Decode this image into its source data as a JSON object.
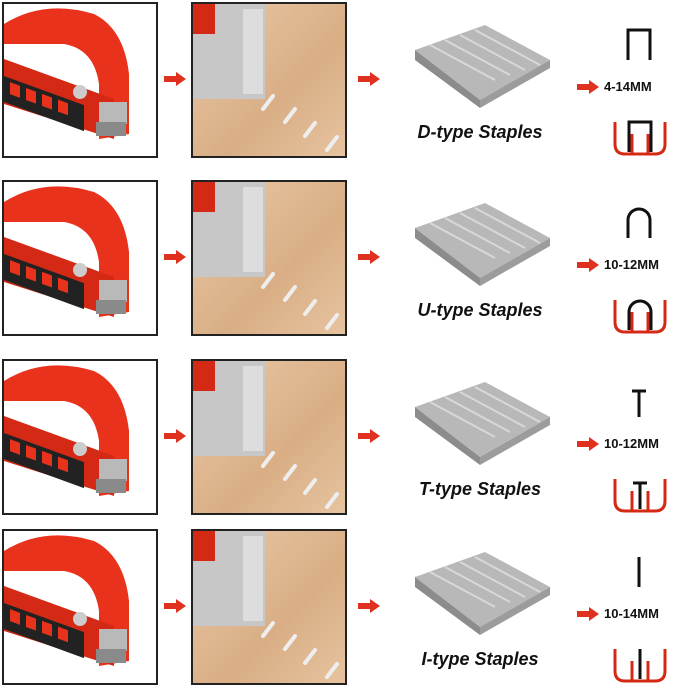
{
  "rows": [
    {
      "type_label": "D-type Staples",
      "size": "4-14MM",
      "icon": "flat-crown-staple-icon"
    },
    {
      "type_label": "U-type Staples",
      "size": "10-12MM",
      "icon": "u-staple-icon"
    },
    {
      "type_label": "T-type Staples",
      "size": "10-12MM",
      "icon": "t-nail-icon"
    },
    {
      "type_label": "I-type Staples",
      "size": "10-14MM",
      "icon": "i-brad-icon"
    }
  ],
  "colors": {
    "accent": "#e0301e",
    "gun": "#e8321c",
    "frame": "#222222"
  }
}
